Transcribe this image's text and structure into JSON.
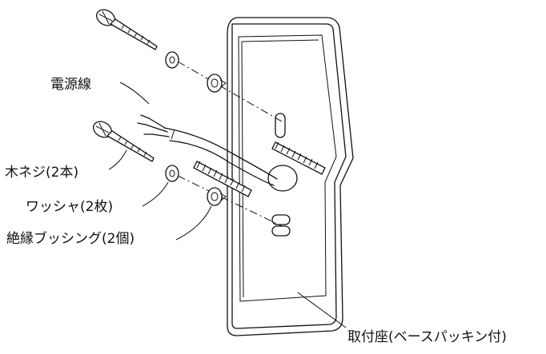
{
  "labels": {
    "power_cord": "電源線",
    "wood_screw": "木ネジ(2本)",
    "washer": "ワッシャ(2枚)",
    "insulating_bushing": "絶縁ブッシング(2個)",
    "mounting_base": "取付座(ベースパッキン付)"
  }
}
